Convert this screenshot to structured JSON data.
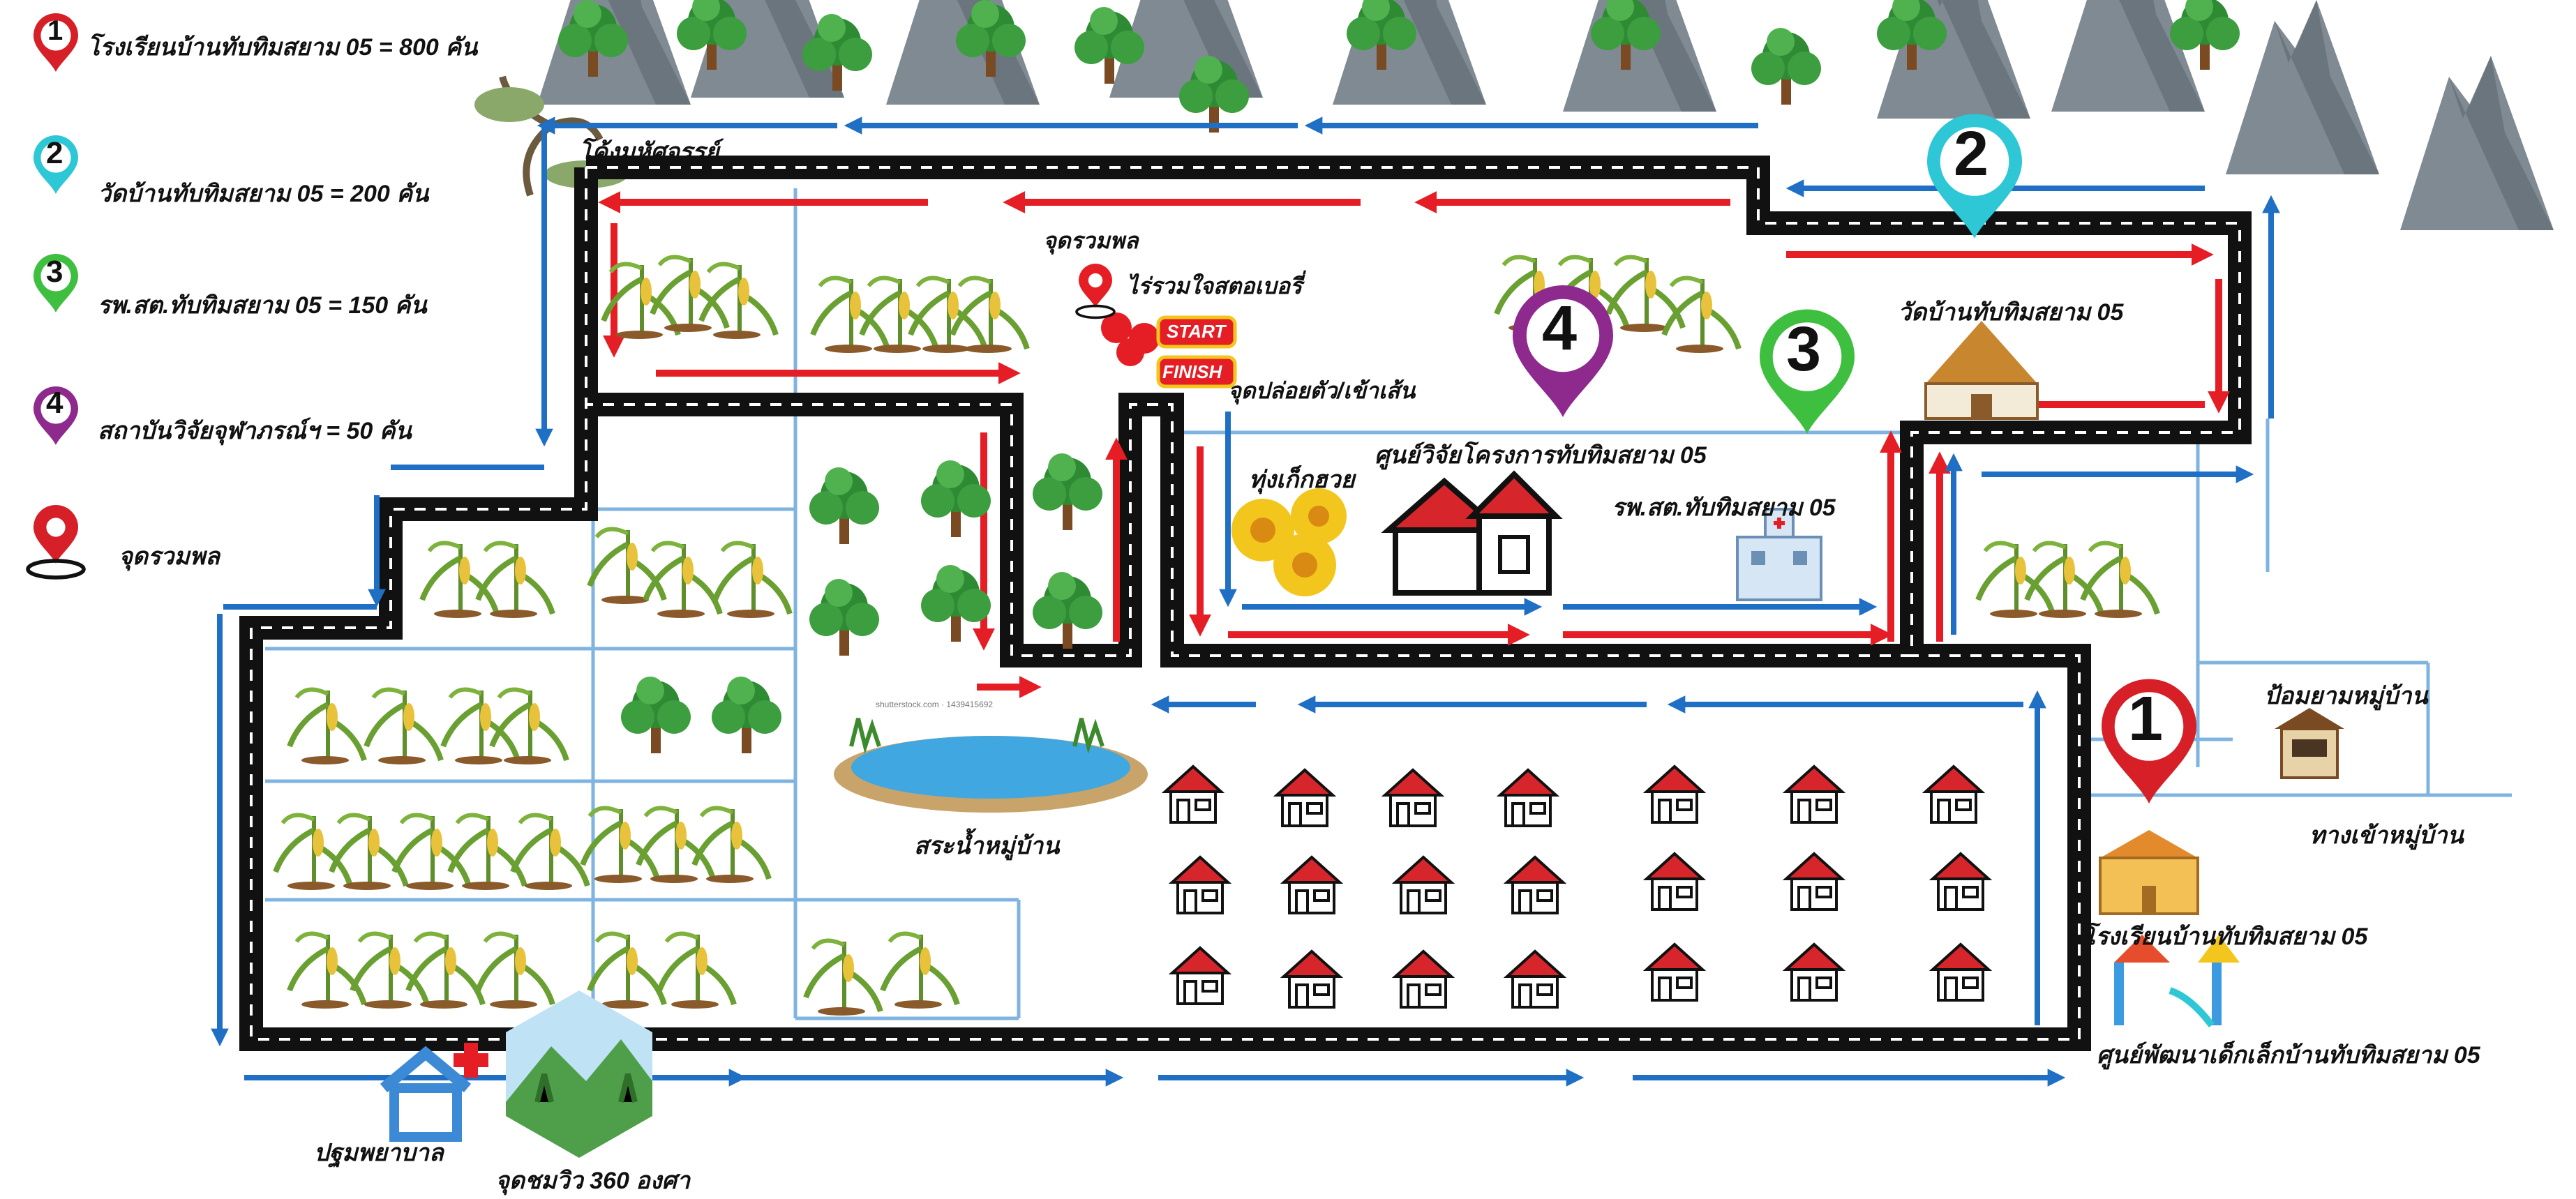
{
  "legend": [
    {
      "number": "1",
      "text": "โรงเรียนบ้านทับทิมสยาม 05 = 800  คัน",
      "color": "#d61f26"
    },
    {
      "number": "2",
      "text": "วัดบ้านทับทิมสยาม 05 = 200 คัน",
      "color": "#2ec7d6"
    },
    {
      "number": "3",
      "text": "รพ.สต.ทับทิมสยาม 05 = 150 คัน",
      "color": "#3fbf3f"
    },
    {
      "number": "4",
      "text": "สถาบันวิจัยจุฬาภรณ์ฯ = 50 คัน",
      "color": "#8e2a8e"
    },
    {
      "number": "",
      "text": "จุดรวมพล",
      "color": "#d61f26"
    }
  ],
  "big_pins": [
    {
      "number": "1",
      "color": "#d61f26"
    },
    {
      "number": "2",
      "color": "#2ec7d6"
    },
    {
      "number": "3",
      "color": "#3fbf3f"
    },
    {
      "number": "4",
      "color": "#8e2a8e"
    }
  ],
  "places": {
    "curve": "โค้งมหัศจรรย์",
    "assembly_title": "จุดรวมพล",
    "strawberry_farm": "ไร่รวมใจสตอเบอรี่",
    "release_point": "จุดปล่อยตัว/เข้าเส้น",
    "start": "START",
    "finish": "FINISH",
    "temple": "วัดบ้านทับทิมสยาม 05",
    "research_center": "ศูนย์วิจัยโครงการทับทิมสยาม 05",
    "flower_field": "ทุ่งเก็กฮวย",
    "hospital": "รพ.สต.ทับทิมสยาม 05",
    "guard_post": "ป้อมยามหมู่บ้าน",
    "village_entrance": "ทางเข้าหมู่บ้าน",
    "school": "โรงเรียนบ้านทับทิมสยาม 05",
    "childcare": "ศูนย์พัฒนาเด็กเล็กบ้านทับทิมสยาม 05",
    "pond": "สระน้ำหมู่บ้าน",
    "first_aid": "ปฐมพยาบาล",
    "viewpoint": "จุดชมวิว 360 องศา",
    "shutterstock": "shutterstock.com · 1439415692"
  },
  "colors": {
    "red_arrow": "#e51e25",
    "blue_arrow": "#1f6fc5",
    "field_line": "#7fb3e0",
    "road": "#111111",
    "mountain": "#7f8a93"
  },
  "icons": [
    "location-pin-icon",
    "tree-icon",
    "corn-plant-icon",
    "house-icon",
    "temple-icon",
    "hospital-building-icon",
    "school-icon",
    "playground-icon",
    "first-aid-icon",
    "guard-post-icon",
    "mountain-icon",
    "flower-icon",
    "strawberry-icon"
  ]
}
